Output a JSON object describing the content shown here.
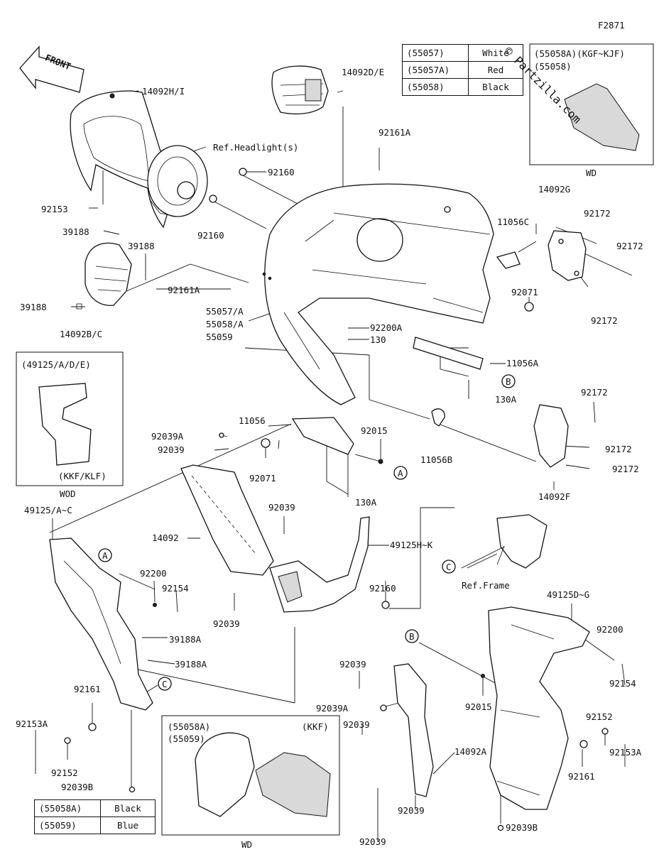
{
  "diagram": {
    "code": "F2871",
    "watermark": "© Partzilla.com",
    "front_label": "FRONT",
    "color_table_top": [
      {
        "part": "(55057)",
        "color": "White"
      },
      {
        "part": "(55057A)",
        "color": "Red"
      },
      {
        "part": "(55058)",
        "color": "Black"
      }
    ],
    "color_table_bottom": [
      {
        "part": "(55058A)",
        "color": "Black"
      },
      {
        "part": "(55059)",
        "color": "Blue"
      }
    ],
    "inset_top_right": {
      "line1": "(55058A)(KGF~KJF)",
      "line2": "(55058)",
      "caption": "WD"
    },
    "inset_left": {
      "title": "(49125/A/D/E)",
      "model": "(KKF/KLF)",
      "caption": "WOD"
    },
    "inset_bottom": {
      "line1": "(55058A)",
      "line2": "(55059)",
      "model": "(KKF)",
      "caption": "WD"
    },
    "labels": {
      "p14092HI": "14092H/I",
      "p14092DE": "14092D/E",
      "refHeadlight": "Ref.Headlight(s)",
      "p92160a": "92160",
      "p92160b": "92160",
      "p92161A_top": "92161A",
      "p92153": "92153",
      "p39188a": "39188",
      "p39188b": "39188",
      "p39188c": "39188",
      "p92161A_mid": "92161A",
      "p14092BC": "14092B/C",
      "p55057A": "55057/A",
      "p55058A": "55058/A",
      "p55059": "55059",
      "p92200A": "92200A",
      "p130": "130",
      "p14092G": "14092G",
      "p92172a": "92172",
      "p92172b": "92172",
      "p92172c": "92172",
      "p11056C": "11056C",
      "p92071a": "92071",
      "p11056A": "11056A",
      "p130Aa": "130A",
      "p92172d": "92172",
      "p92172e": "92172",
      "p92172f": "92172",
      "p14092F": "14092F",
      "p11056B": "11056B",
      "p11056": "11056",
      "p92015a": "92015",
      "p92039Aa": "92039A",
      "p92039a": "92039",
      "p92071b": "92071",
      "p130Ab": "130A",
      "p49125AC": "49125/A~C",
      "p14092": "14092",
      "p92039b": "92039",
      "p49125HK": "49125H~K",
      "refFrame": "Ref.Frame",
      "p92200a": "92200",
      "p92154a": "92154",
      "p92160c": "92160",
      "p92039c": "92039",
      "p39188Aa": "39188A",
      "p39188Ab": "39188A",
      "p49125DG": "49125D~G",
      "p92200b": "92200",
      "p92154b": "92154",
      "p92039d": "92039",
      "p92015b": "92015",
      "p92039Ab": "92039A",
      "p92039e": "92039",
      "p14092A": "14092A",
      "p92152a": "92152",
      "p92153Aa": "92153A",
      "p92161a": "92161",
      "p92153Ab": "92153A",
      "p92152b": "92152",
      "p92039Ba": "92039B",
      "p92161b": "92161",
      "p92039Bb": "92039B",
      "p92039f": "92039",
      "p92039g": "92039"
    },
    "callouts": {
      "A1": "A",
      "A2": "A",
      "B1": "B",
      "B2": "B",
      "C1": "C",
      "C2": "C"
    }
  }
}
